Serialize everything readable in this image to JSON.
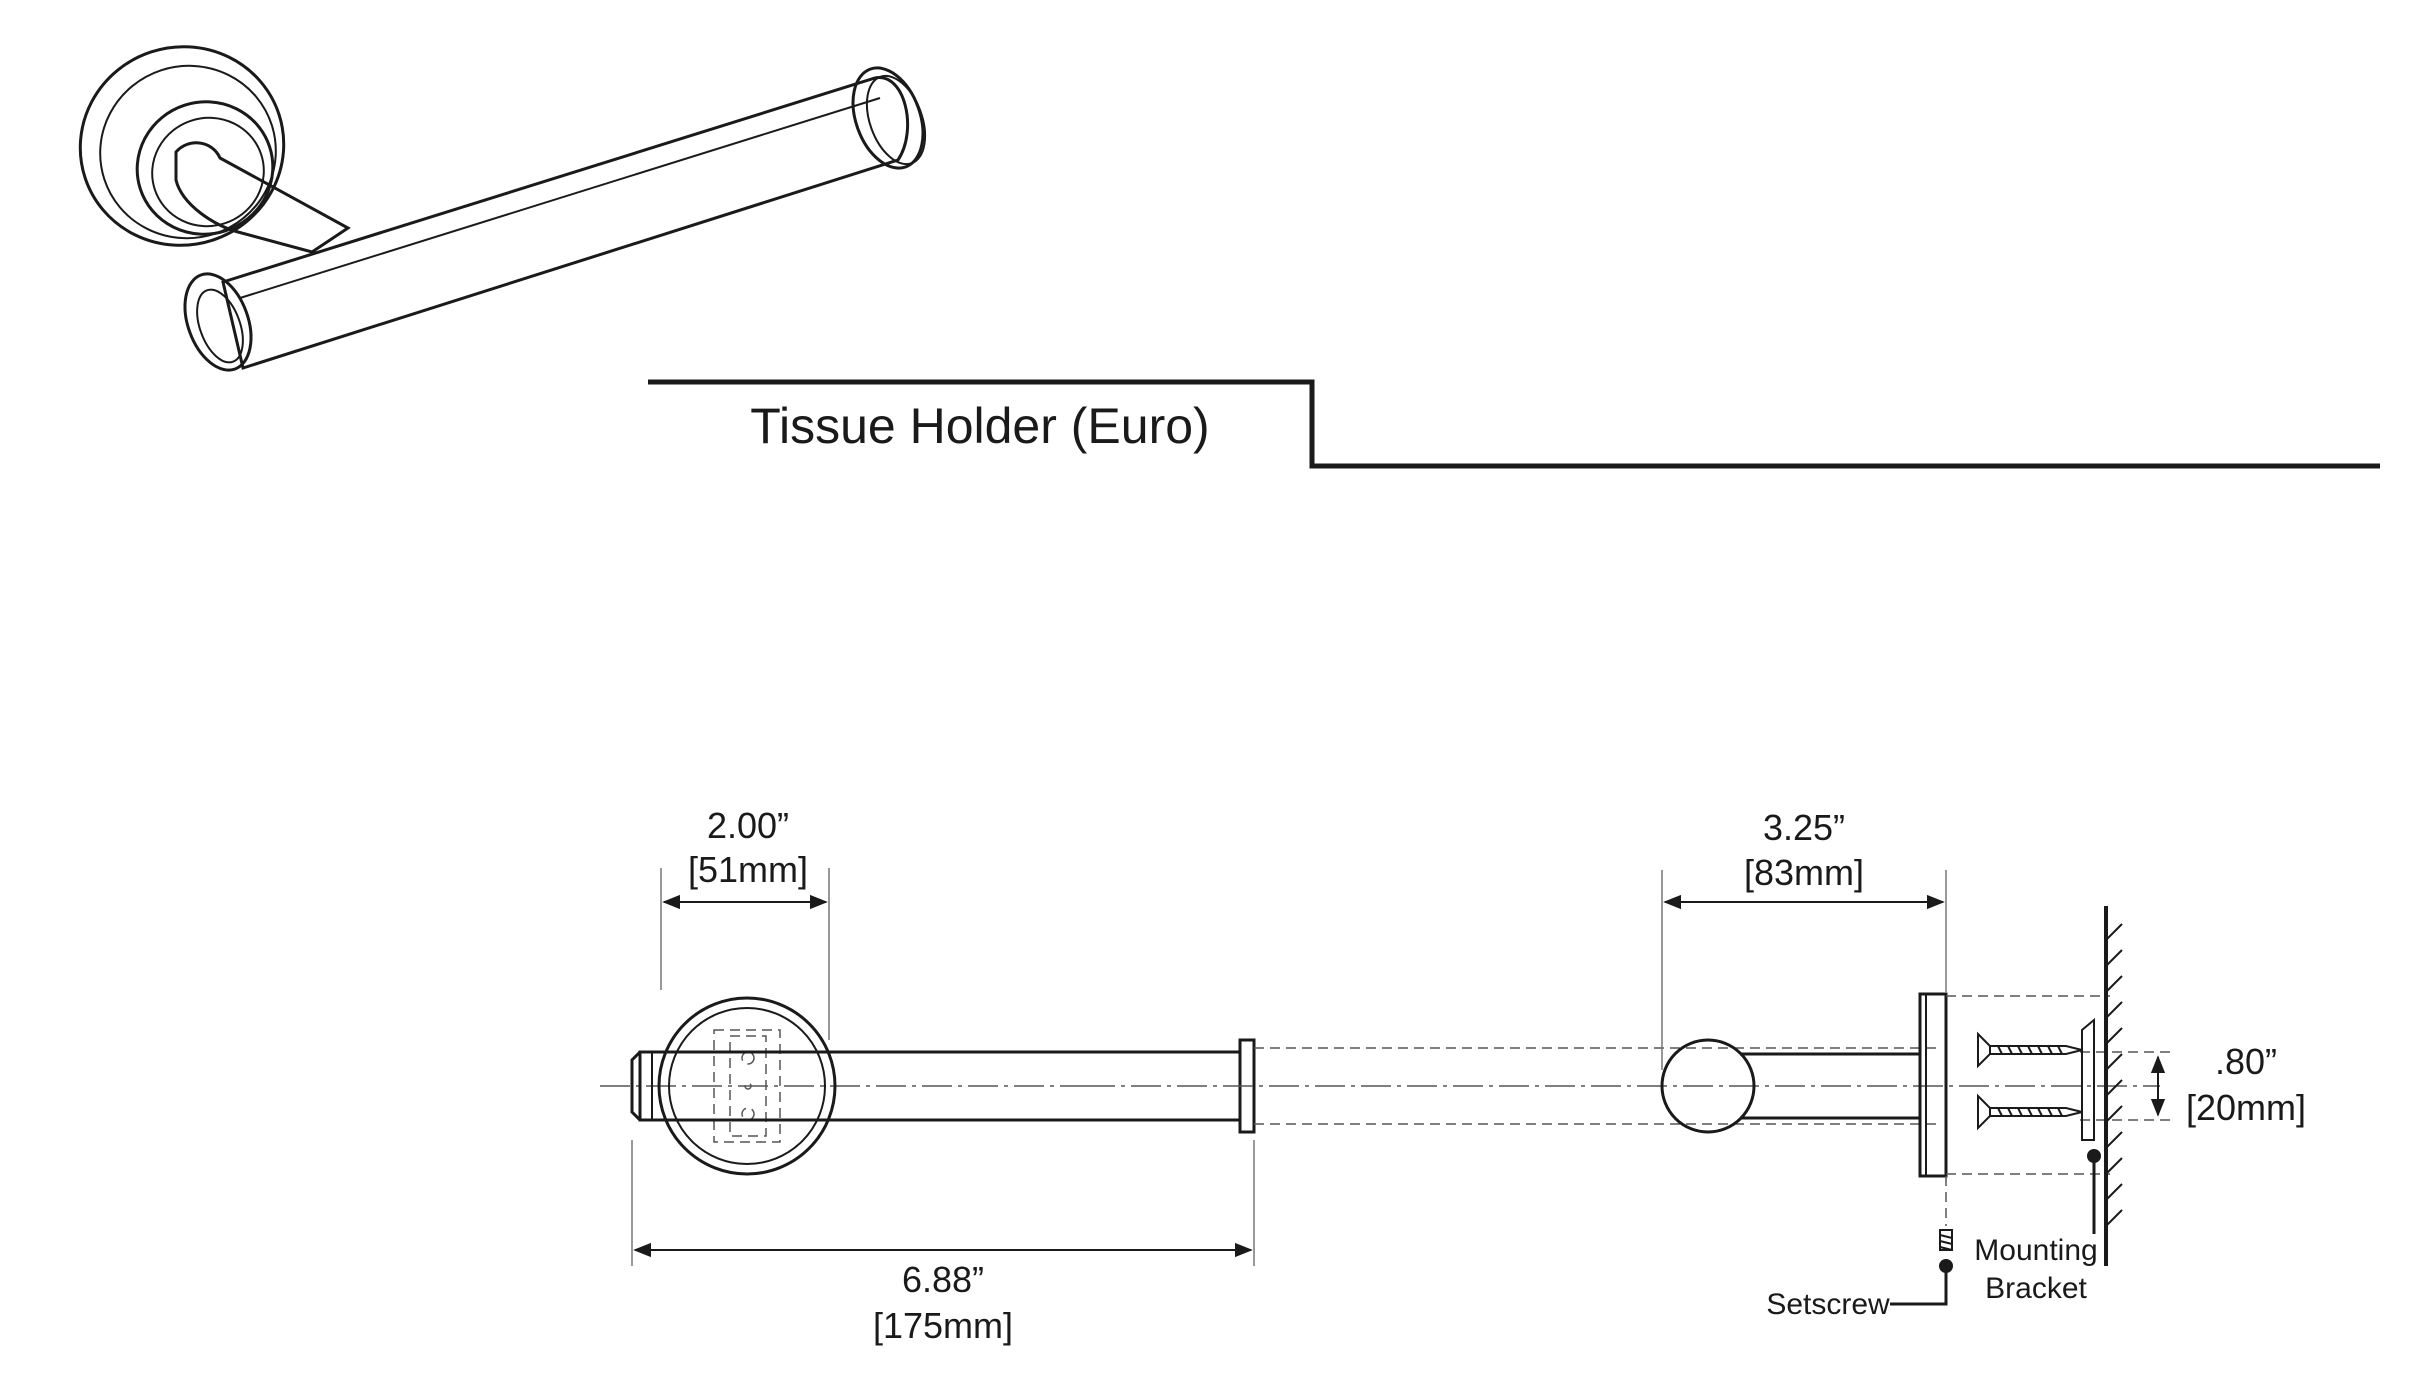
{
  "title": "Tissue Holder (Euro)",
  "dimensions": {
    "rosette_in": "2.00”",
    "rosette_mm": "[51mm]",
    "length_in": "6.88”",
    "length_mm": "[175mm]",
    "projection_in": "3.25”",
    "projection_mm": "[83mm]",
    "rod_in": ".80”",
    "rod_mm": "[20mm]"
  },
  "callouts": {
    "setscrew": "Setscrew",
    "mounting_line1": "Mounting",
    "mounting_line2": "Bracket"
  }
}
